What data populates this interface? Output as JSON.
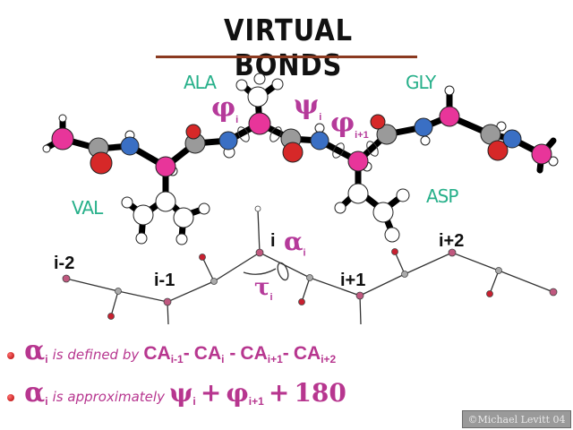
{
  "title": "VIRTUAL BONDS",
  "residues": {
    "val": "VAL",
    "ala": "ALA",
    "gly": "GLY",
    "asp": "ASP"
  },
  "torsion_labels": {
    "phi_i": {
      "symbol": "φ",
      "sub": "i"
    },
    "psi_i": {
      "symbol": "ψ",
      "sub": "i"
    },
    "phi_i1": {
      "symbol": "φ",
      "sub": "i+1"
    }
  },
  "virtual_chain": {
    "index_labels": [
      "i-2",
      "i-1",
      "i",
      "i+1",
      "i+2"
    ],
    "alpha_label": {
      "symbol": "α",
      "sub": "i"
    },
    "tau_label": {
      "symbol": "τ",
      "sub": "i"
    }
  },
  "bullets": [
    {
      "alpha": "α",
      "alpha_sub": "i",
      "text": "is defined by",
      "terms": [
        {
          "ca": "CA",
          "sub": "i-1",
          "sep": "-"
        },
        {
          "ca": "CA",
          "sub": "i",
          "sep": " -"
        },
        {
          "ca": "CA",
          "sub": "i+1",
          "sep": "-"
        },
        {
          "ca": "CA",
          "sub": "i+2",
          "sep": ""
        }
      ]
    },
    {
      "alpha": "α",
      "alpha_sub": "i",
      "text": "is approximately",
      "psi": "ψ",
      "psi_sub": "i",
      "plus1": "+",
      "phi": "φ",
      "phi_sub": "i+1",
      "plus2": "+",
      "constant": "180"
    }
  ],
  "credit": "©Michael Levitt 04",
  "colors": {
    "carbon_alpha": "#e8359a",
    "carbon": "#9a9a9a",
    "oxygen": "#d62828",
    "nitrogen": "#3a6fc4",
    "hydrogen": "#ffffff",
    "residue_label": "#27b08a",
    "greek_label": "#b53a9a",
    "title_underline": "#8b3a20"
  }
}
